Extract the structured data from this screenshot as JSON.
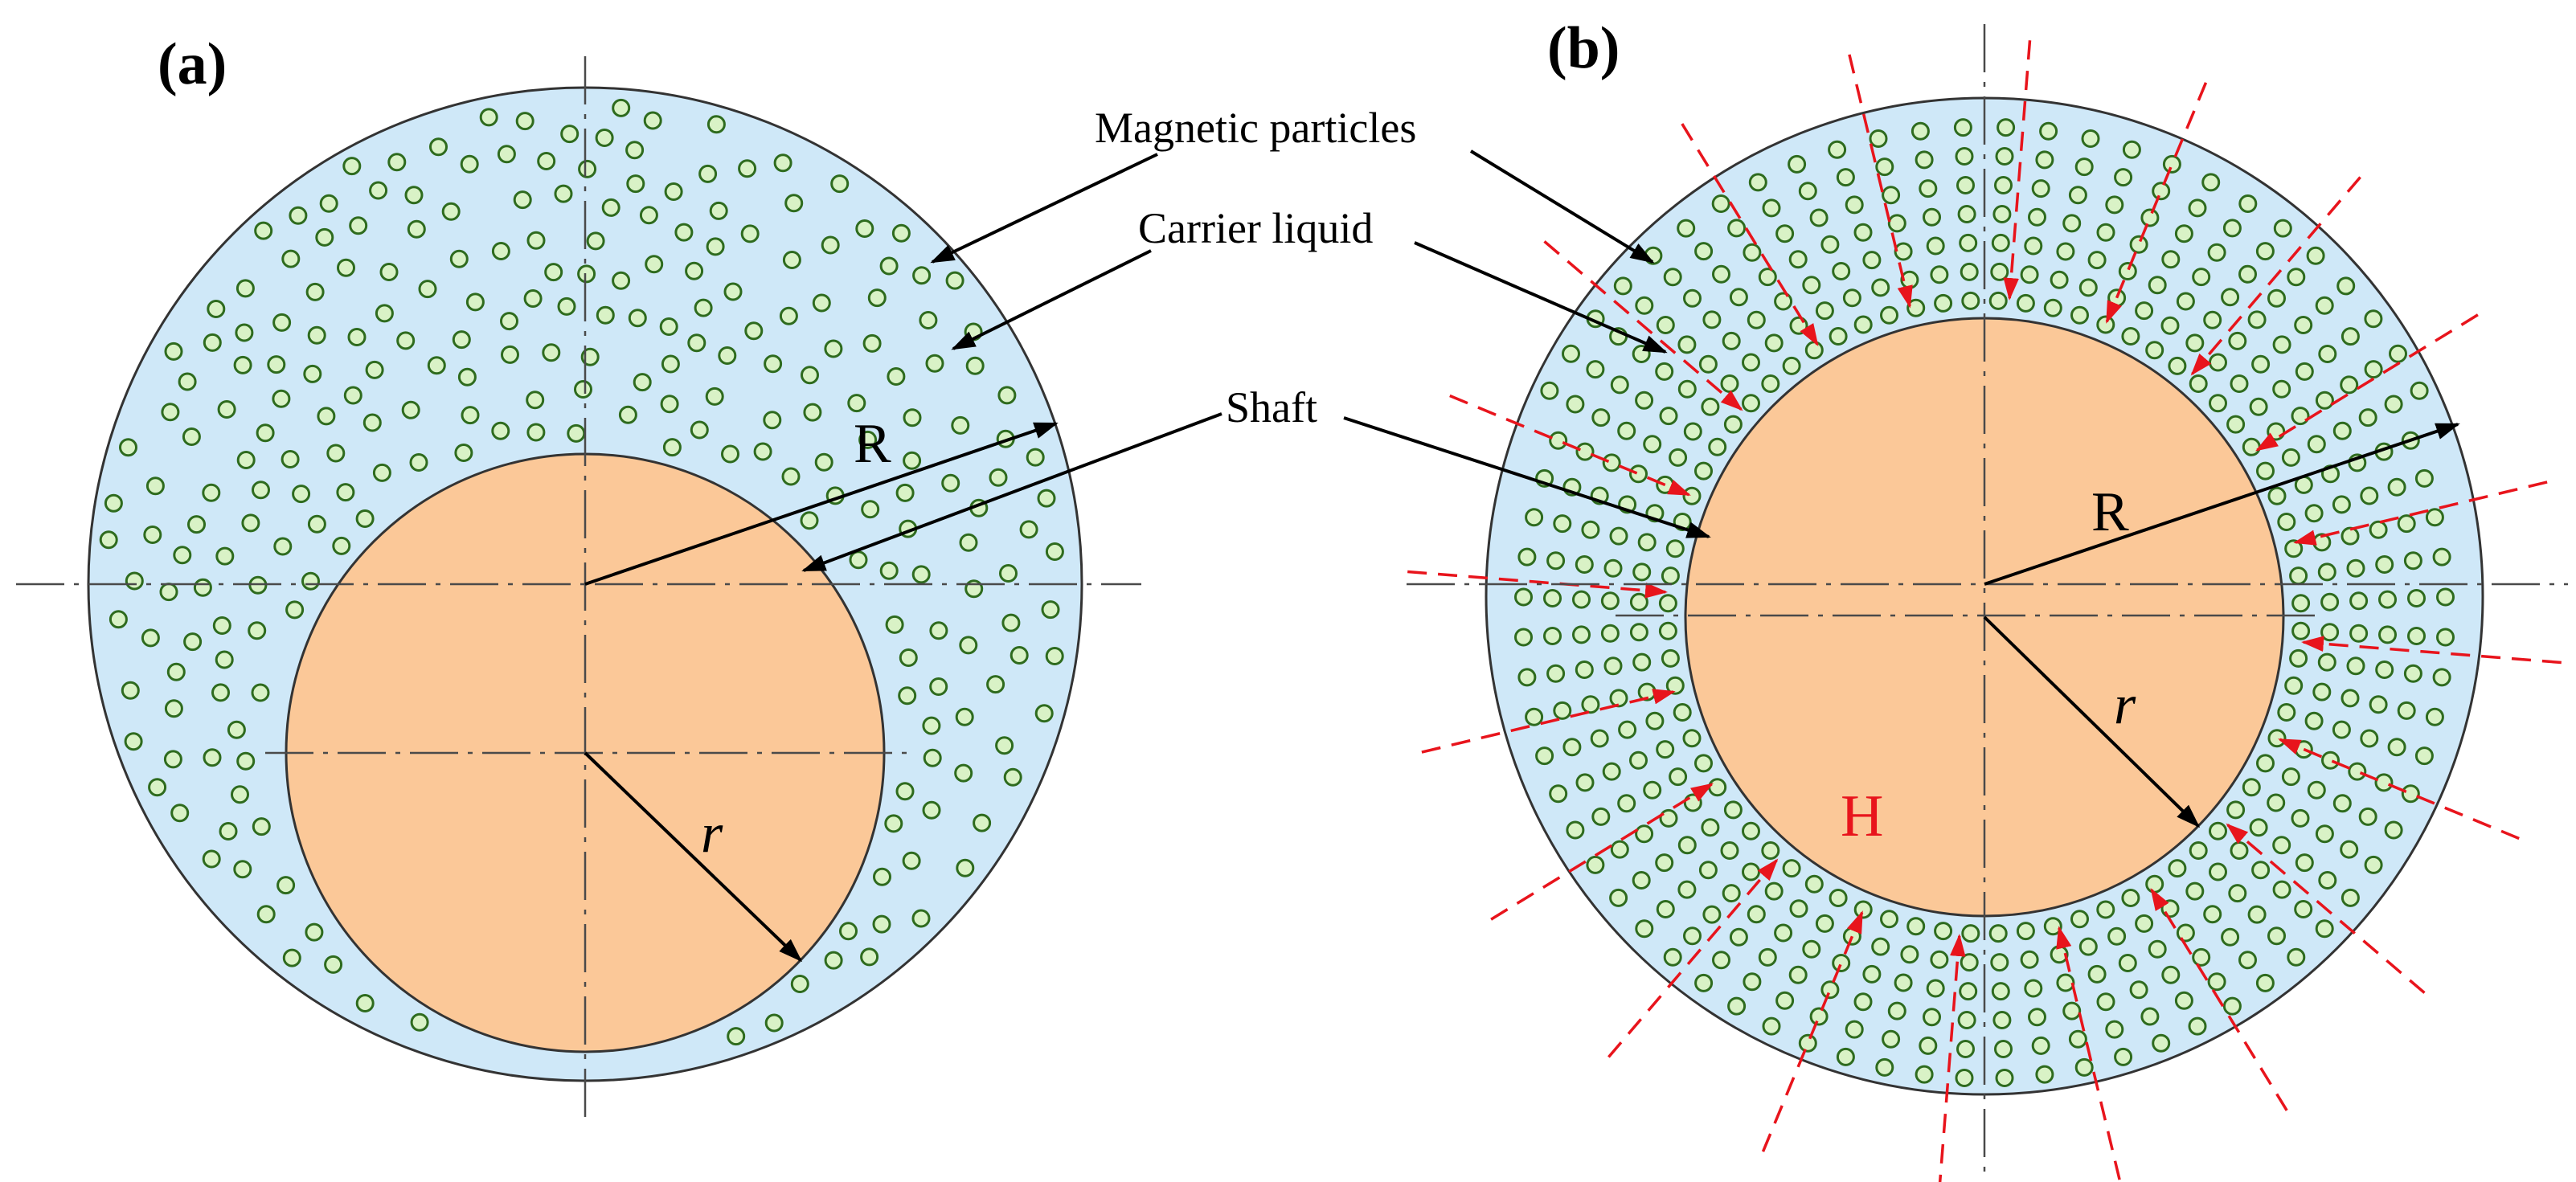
{
  "panel_a": {
    "label": "(a)"
  },
  "panel_b": {
    "label": "(b)"
  },
  "annotations": {
    "magnetic_particles": "Magnetic particles",
    "carrier_liquid": "Carrier liquid",
    "shaft": "Shaft"
  },
  "symbols": {
    "outer_radius": "R",
    "inner_radius": "r",
    "field": "H"
  },
  "colors": {
    "carrier_liquid": "#cfe8f8",
    "shaft": "#fbc898",
    "particle_fill": "#d9f2c6",
    "particle_stroke": "#2e6b1e",
    "field_arrows": "#e8141c"
  }
}
